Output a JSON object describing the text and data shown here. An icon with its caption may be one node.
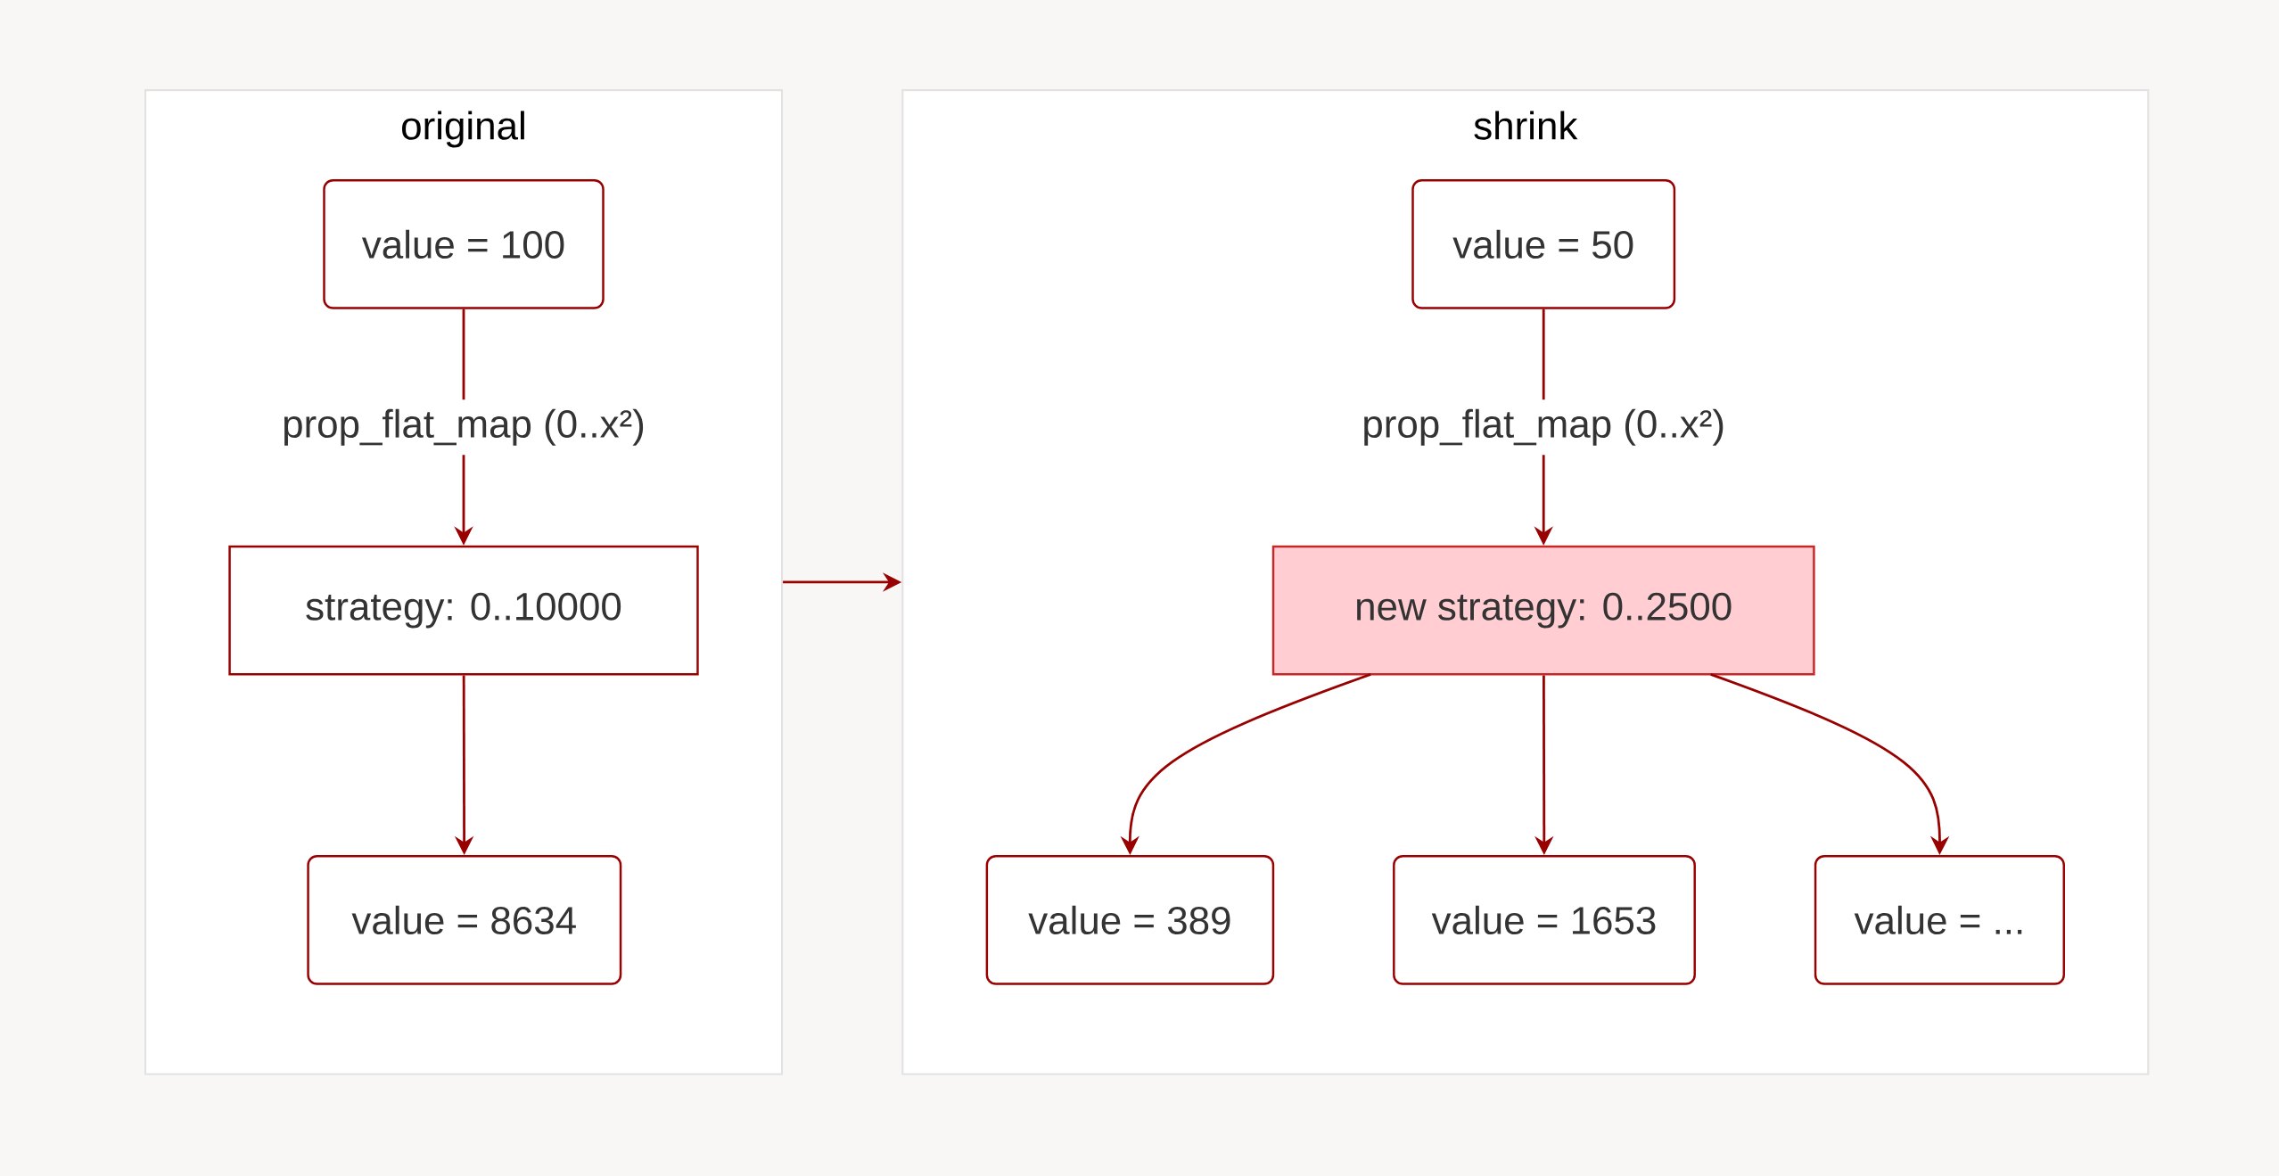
{
  "diagram": {
    "nodes": [
      {
        "text": [
          "original"
        ]
      },
      {
        "text": [
          "value = 100"
        ],
        "in": 0
      },
      {
        "text": [
          "strategy: 0..10000"
        ],
        "in": 0
      },
      {
        "text": [
          "value = 8634"
        ],
        "in": 0
      },
      {
        "text": [
          "shrink"
        ]
      },
      {
        "text": [
          "value = 50"
        ],
        "in": 4
      },
      {
        "text": [
          "new strategy: 0..2500"
        ],
        "in": 4
      },
      {
        "text": [
          "value = 389"
        ],
        "in": 4
      },
      {
        "text": [
          "value = 1653"
        ],
        "in": 4
      },
      {
        "text": [
          "value = ..."
        ],
        "in": 4
      }
    ],
    "edges": [
      {
        "from": 1,
        "to": 2,
        "arrow": "to",
        "label": "prop_flat_map (0..x²)"
      },
      {
        "from": 2,
        "to": 3,
        "arrow": "to"
      },
      {
        "from": 0,
        "to": 4,
        "arrow": "to"
      },
      {
        "from": 5,
        "to": 6,
        "arrow": "to",
        "label": "prop_flat_map (0..x²)"
      },
      {
        "from": 6,
        "to": 7,
        "arrow": "to"
      },
      {
        "from": 6,
        "to": 8,
        "arrow": "to"
      },
      {
        "from": 6,
        "to": 9,
        "arrow": "to"
      }
    ]
  }
}
